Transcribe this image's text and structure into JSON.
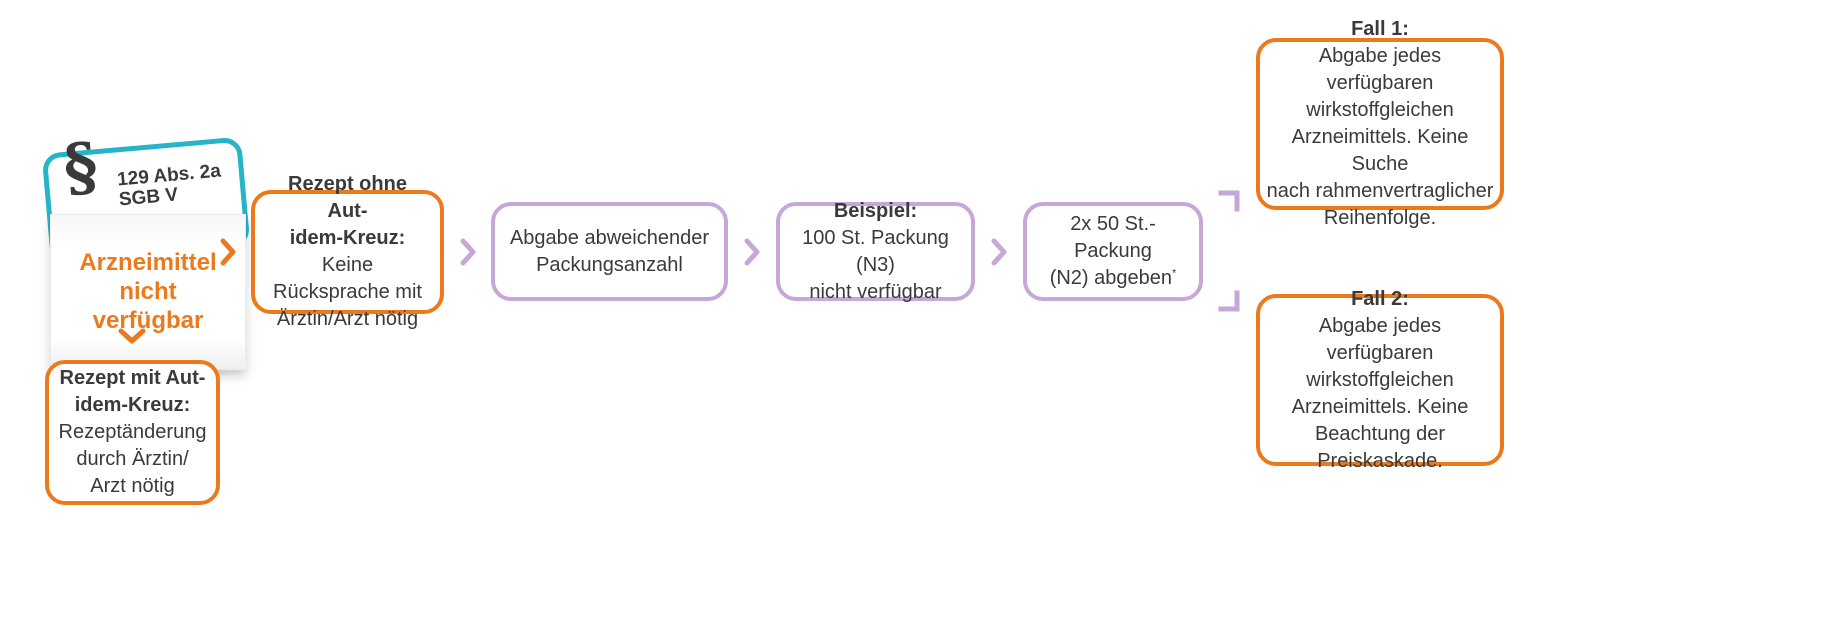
{
  "colors": {
    "orange": "#ec7a1c",
    "purple": "#c7a6da",
    "teal": "#27b4c8",
    "text": "#3a3a3a"
  },
  "package": {
    "paragraph_symbol": "§",
    "law_line1": "129 Abs. 2a",
    "law_line2": "SGB V",
    "title_line1": "Arzneimittel",
    "title_line2": "nicht",
    "title_line3": "verfügbar"
  },
  "without_aut_idem": {
    "bold_line1": "Rezept ohne Aut-",
    "bold_line2": "idem-Kreuz:",
    "rest_line2": " Keine",
    "line3": "Rücksprache mit",
    "line4": "Ärztin/Arzt nötig"
  },
  "with_aut_idem": {
    "bold_line1": "Rezept mit Aut-",
    "bold_line2": "idem-Kreuz:",
    "line3": "Rezeptänderung",
    "line4": "durch Ärztin/",
    "line5": "Arzt nötig"
  },
  "step_abgabe": {
    "line1": "Abgabe abweichender",
    "line2": "Packungsanzahl"
  },
  "step_beispiel": {
    "bold_line1": "Beispiel:",
    "line2": "100 St. Packung (N3)",
    "line3": "nicht verfügbar"
  },
  "step_abgeben": {
    "line1": "2x 50 St.-Packung",
    "line2": "(N2) abgeben",
    "footnote_mark": "*"
  },
  "fall1": {
    "title": "Fall 1:",
    "line1": "Abgabe jedes verfügbaren",
    "line2": "wirkstoffgleichen",
    "line3": "Arzneimittels. Keine Suche",
    "line4": "nach rahmenvertraglicher",
    "line5": "Reihenfolge."
  },
  "fall2": {
    "title": "Fall 2:",
    "line1": "Abgabe jedes verfügbaren",
    "line2": "wirkstoffgleichen",
    "line3": "Arzneimittels. Keine",
    "line4": "Beachtung der",
    "line5": "Preiskaskade."
  }
}
